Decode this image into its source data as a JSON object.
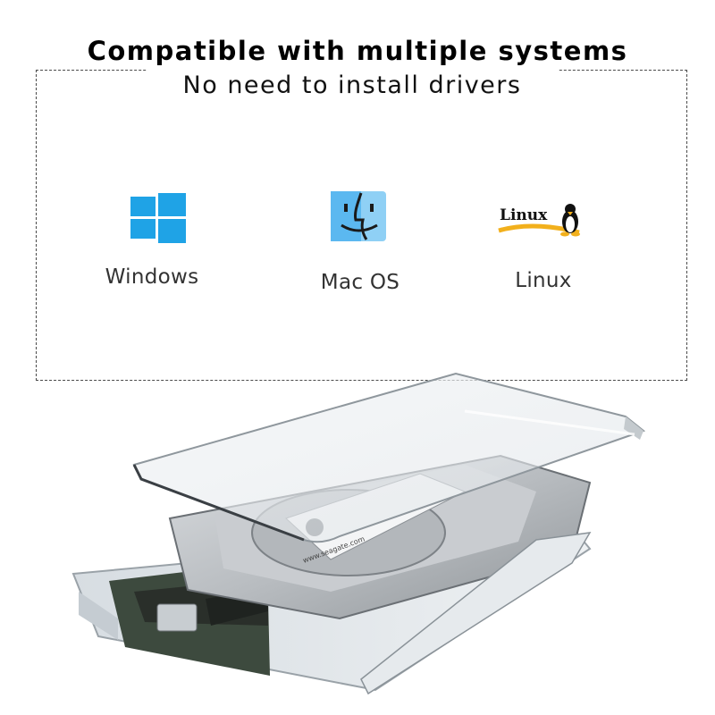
{
  "header": {
    "title": "Compatible with multiple systems",
    "subtitle": "No need to install drivers"
  },
  "systems": [
    {
      "label": "Windows",
      "icon": "windows-logo-icon",
      "color": "#1fa3e6"
    },
    {
      "label": "Mac OS",
      "icon": "finder-logo-icon",
      "color": "#5bb8f0"
    },
    {
      "label": "Linux",
      "icon": "linux-tux-logo-icon",
      "logo_text": "Linux"
    }
  ],
  "product": {
    "image": "transparent-hard-drive-enclosure",
    "drive_label_text": "www.seagate.com"
  }
}
